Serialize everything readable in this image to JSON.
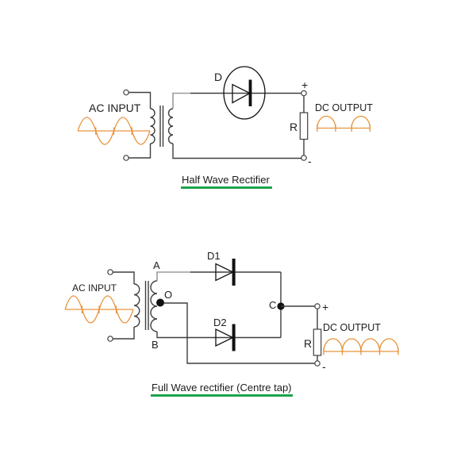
{
  "colors": {
    "wire": "#3f3f3f",
    "gray": "#9b9b9b",
    "comp": "#111111",
    "wave": "#e8933c",
    "green": "#1ca44d",
    "text": "#1d1d1d"
  },
  "half_wave": {
    "ac_input_label": "AC INPUT",
    "dc_output_label": "DC OUTPUT",
    "diode_label": "D",
    "resistor_label": "R",
    "plus_label": "+",
    "minus_label": "-",
    "title": "Half Wave Rectifier"
  },
  "full_wave": {
    "ac_input_label": "AC INPUT",
    "dc_output_label": "DC OUTPUT",
    "diode1_label": "D1",
    "diode2_label": "D2",
    "terminal_a_label": "A",
    "terminal_b_label": "B",
    "centre_tap_label": "O",
    "junction_label": "C",
    "resistor_label": "R",
    "plus_label": "+",
    "minus_label": "-",
    "title": "Full Wave rectifier (Centre tap)"
  }
}
